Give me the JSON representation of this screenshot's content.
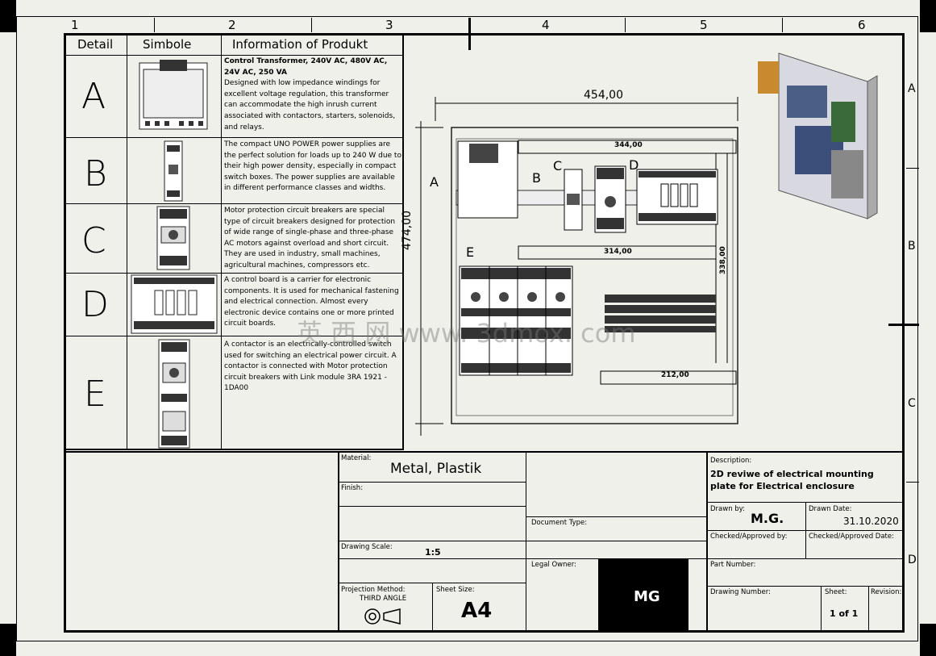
{
  "columns": [
    "1",
    "2",
    "3",
    "4",
    "5",
    "6"
  ],
  "rows": [
    "A",
    "B",
    "C",
    "D"
  ],
  "table": {
    "headers": {
      "detail": "Detail",
      "symbol": "Simbole",
      "info": "Information of Produkt"
    },
    "items": [
      {
        "letter": "A",
        "title": "Control Transformer, 240V AC, 480V AC, 24V AC, 250 VA",
        "text": "Designed with low impedance windings for excellent voltage regulation, this transformer can accommodate the high inrush current associated with contactors, starters, solenoids, and relays."
      },
      {
        "letter": "B",
        "title": "",
        "text": "The compact UNO POWER power supplies are the perfect solution for loads up to 240 W due to their high power density, especially in compact switch boxes. The power supplies are available in different performance classes and widths."
      },
      {
        "letter": "C",
        "title": "",
        "text": "Motor protection circuit breakers are special type of circuit breakers designed for protection of wide range of single-phase and three-phase AC motors against overload and short circuit. They are used in industry, small machines, agricultural machines, compressors etc."
      },
      {
        "letter": "D",
        "title": "",
        "text": "A control board is a carrier for electronic components. It is used for mechanical fastening and electrical connection. Almost every electronic device contains one or more printed circuit boards."
      },
      {
        "letter": "E",
        "title": "",
        "text": "A contactor is an electrically-controlled switch used for switching an electrical power circuit. A contactor is connected with Motor protection circuit breakers with Link module 3RA 1921 - 1DA00"
      }
    ]
  },
  "drawing": {
    "width_dim": "454,00",
    "height_dim": "474,00",
    "dim_344": "344,00",
    "dim_314": "314,00",
    "dim_338": "338,00",
    "dim_212": "212,00",
    "labels": [
      "A",
      "B",
      "C",
      "D",
      "E"
    ],
    "watermark": "英 西 网 www. 3dmox. com"
  },
  "titleblock": {
    "material_label": "Material:",
    "material_value": "Metal, Plastik",
    "finish_label": "Finish:",
    "scale_label": "Drawing Scale:",
    "scale_value": "1:5",
    "projection_label": "Projection Method:",
    "projection_value": "THIRD ANGLE",
    "sheet_size_label": "Sheet Size:",
    "sheet_size_value": "A4",
    "document_type_label": "Document Type:",
    "legal_owner_label": "Legal Owner:",
    "logo_text": "MG",
    "description_label": "Description:",
    "description_value": "2D reviwe of electrical mounting plate for Electrical enclosure",
    "drawn_by_label": "Drawn by:",
    "drawn_by_value": "M.G.",
    "drawn_date_label": "Drawn Date:",
    "drawn_date_value": "31.10.2020",
    "checked_label": "Checked/Approved by:",
    "checked_date_label": "Checked/Approved Date:",
    "part_number_label": "Part Number:",
    "drawing_number_label": "Drawing Number:",
    "sheet_label": "Sheet:",
    "sheet_value": "1 of 1",
    "revision_label": "Revision:"
  }
}
